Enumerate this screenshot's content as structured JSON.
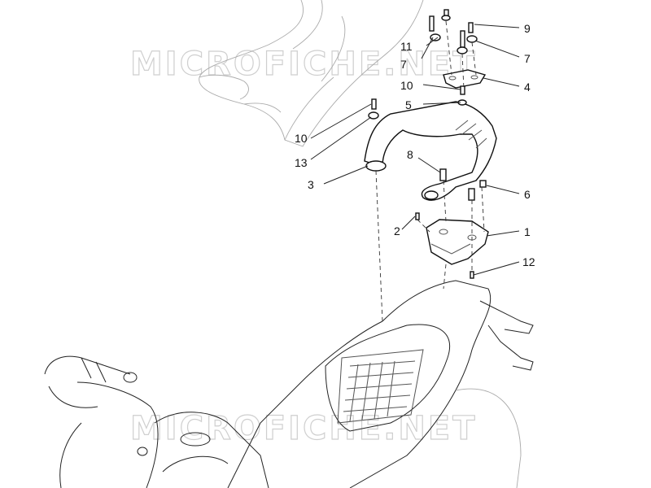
{
  "watermark": {
    "text": "MICROFICHE.NET"
  },
  "callouts": [
    {
      "id": "9",
      "label": "9"
    },
    {
      "id": "11",
      "label": "11"
    },
    {
      "id": "7a",
      "label": "7"
    },
    {
      "id": "7b",
      "label": "7"
    },
    {
      "id": "4",
      "label": "4"
    },
    {
      "id": "10a",
      "label": "10"
    },
    {
      "id": "5",
      "label": "5"
    },
    {
      "id": "10b",
      "label": "10"
    },
    {
      "id": "13",
      "label": "13"
    },
    {
      "id": "8",
      "label": "8"
    },
    {
      "id": "3",
      "label": "3"
    },
    {
      "id": "6",
      "label": "6"
    },
    {
      "id": "2",
      "label": "2"
    },
    {
      "id": "1",
      "label": "1"
    },
    {
      "id": "12",
      "label": "12"
    }
  ]
}
